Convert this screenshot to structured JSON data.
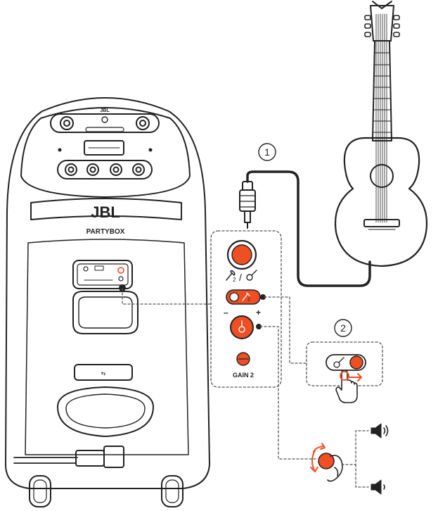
{
  "colors": {
    "line": "#222222",
    "accent": "#f04e23",
    "dash": "#555555",
    "fill_light": "#ffffff"
  },
  "speaker": {
    "brand": "JBL",
    "model": "PARTYBOX",
    "top_brand": "JBL"
  },
  "steps": {
    "step1": "1",
    "step2": "2"
  },
  "panel": {
    "mic_guitar_label": "/",
    "gain_minus": "–",
    "gain_plus": "+",
    "gain_label": "GAIN 2"
  },
  "icons": {
    "microphone": "microphone-icon",
    "guitar": "guitar-icon",
    "volume_high": "volume-high-icon",
    "volume_low": "volume-low-icon",
    "hand": "hand-pointer-icon",
    "rotate": "rotate-arrow-icon"
  }
}
